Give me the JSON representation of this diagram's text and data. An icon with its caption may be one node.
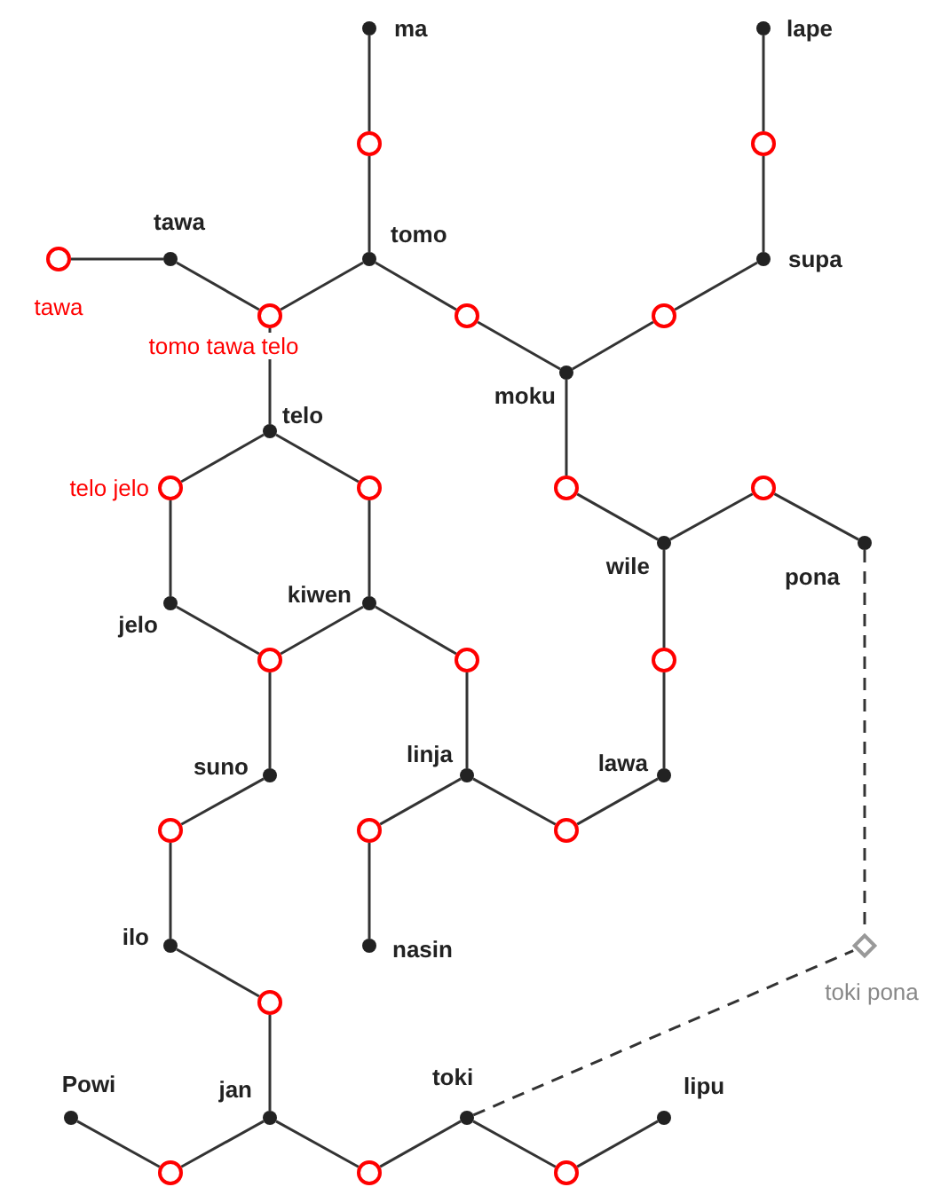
{
  "diagram": {
    "nodes": [
      {
        "text": [
          "ma"
        ]
      },
      {
        "text": [
          "lape"
        ]
      },
      {
        "text": [],
        "shape": "circle"
      },
      {
        "text": [],
        "shape": "circle"
      },
      {
        "text": [
          "tawa"
        ]
      },
      {
        "text": [
          "tawa"
        ]
      },
      {
        "text": [
          "tomo"
        ]
      },
      {
        "text": [
          "supa"
        ]
      },
      {
        "text": [
          "tomo tawa telo"
        ]
      },
      {
        "text": [],
        "shape": "circle"
      },
      {
        "text": [],
        "shape": "circle"
      },
      {
        "text": [
          "moku"
        ]
      },
      {
        "text": [
          "telo"
        ]
      },
      {
        "text": [
          "telo jelo"
        ]
      },
      {
        "text": [],
        "shape": "circle"
      },
      {
        "text": [],
        "shape": "circle"
      },
      {
        "text": [],
        "shape": "circle"
      },
      {
        "text": [
          "wile"
        ]
      },
      {
        "text": [
          "pona"
        ]
      },
      {
        "text": [
          "jelo"
        ]
      },
      {
        "text": [
          "kiwen"
        ]
      },
      {
        "text": [],
        "shape": "circle"
      },
      {
        "text": [],
        "shape": "circle"
      },
      {
        "text": [],
        "shape": "circle"
      },
      {
        "text": [
          "suno"
        ]
      },
      {
        "text": [
          "linja"
        ]
      },
      {
        "text": [
          "lawa"
        ]
      },
      {
        "text": [],
        "shape": "circle"
      },
      {
        "text": [],
        "shape": "circle"
      },
      {
        "text": [],
        "shape": "circle"
      },
      {
        "text": [
          "ilo"
        ]
      },
      {
        "text": [
          "nasin"
        ]
      },
      {
        "text": [
          "toki pona"
        ]
      },
      {
        "text": [],
        "shape": "circle"
      },
      {
        "text": [
          "Powi"
        ]
      },
      {
        "text": [
          "jan"
        ]
      },
      {
        "text": [
          "toki"
        ]
      },
      {
        "text": [
          "lipu"
        ]
      },
      {
        "text": [],
        "shape": "circle"
      },
      {
        "text": [],
        "shape": "circle"
      },
      {
        "text": [],
        "shape": "circle"
      }
    ],
    "edges": [
      {
        "from": 0,
        "to": 2,
        "arrow": "none"
      },
      {
        "from": 2,
        "to": 6,
        "arrow": "none"
      },
      {
        "from": 1,
        "to": 3,
        "arrow": "none"
      },
      {
        "from": 3,
        "to": 7,
        "arrow": "none"
      },
      {
        "from": 4,
        "to": 5,
        "arrow": "none"
      },
      {
        "from": 5,
        "to": 8,
        "arrow": "none"
      },
      {
        "from": 6,
        "to": 8,
        "arrow": "none"
      },
      {
        "from": 8,
        "to": 12,
        "arrow": "none"
      },
      {
        "from": 6,
        "to": 9,
        "arrow": "none"
      },
      {
        "from": 9,
        "to": 11,
        "arrow": "none"
      },
      {
        "from": 7,
        "to": 10,
        "arrow": "none"
      },
      {
        "from": 10,
        "to": 11,
        "arrow": "none"
      },
      {
        "from": 12,
        "to": 13,
        "arrow": "none"
      },
      {
        "from": 13,
        "to": 19,
        "arrow": "none"
      },
      {
        "from": 12,
        "to": 14,
        "arrow": "none"
      },
      {
        "from": 14,
        "to": 20,
        "arrow": "none"
      },
      {
        "from": 11,
        "to": 15,
        "arrow": "none"
      },
      {
        "from": 15,
        "to": 17,
        "arrow": "none"
      },
      {
        "from": 17,
        "to": 16,
        "arrow": "none"
      },
      {
        "from": 16,
        "to": 18,
        "arrow": "none"
      },
      {
        "from": 19,
        "to": 21,
        "arrow": "none"
      },
      {
        "from": 20,
        "to": 21,
        "arrow": "none"
      },
      {
        "from": 21,
        "to": 24,
        "arrow": "none"
      },
      {
        "from": 20,
        "to": 22,
        "arrow": "none"
      },
      {
        "from": 22,
        "to": 25,
        "arrow": "none"
      },
      {
        "from": 17,
        "to": 23,
        "arrow": "none"
      },
      {
        "from": 23,
        "to": 26,
        "arrow": "none"
      },
      {
        "from": 24,
        "to": 27,
        "arrow": "none"
      },
      {
        "from": 27,
        "to": 30,
        "arrow": "none"
      },
      {
        "from": 25,
        "to": 28,
        "arrow": "none"
      },
      {
        "from": 28,
        "to": 31,
        "arrow": "none"
      },
      {
        "from": 25,
        "to": 29,
        "arrow": "none"
      },
      {
        "from": 29,
        "to": 26,
        "arrow": "none"
      },
      {
        "from": 30,
        "to": 33,
        "arrow": "none"
      },
      {
        "from": 33,
        "to": 35,
        "arrow": "none"
      },
      {
        "from": 34,
        "to": 38,
        "arrow": "none"
      },
      {
        "from": 38,
        "to": 35,
        "arrow": "none"
      },
      {
        "from": 35,
        "to": 39,
        "arrow": "none"
      },
      {
        "from": 39,
        "to": 36,
        "arrow": "none"
      },
      {
        "from": 36,
        "to": 40,
        "arrow": "none"
      },
      {
        "from": 40,
        "to": 37,
        "arrow": "none"
      },
      {
        "from": 18,
        "to": 32,
        "arrow": "none",
        "style": "dashed"
      },
      {
        "from": 36,
        "to": 32,
        "arrow": "none",
        "style": "dashed"
      }
    ]
  }
}
